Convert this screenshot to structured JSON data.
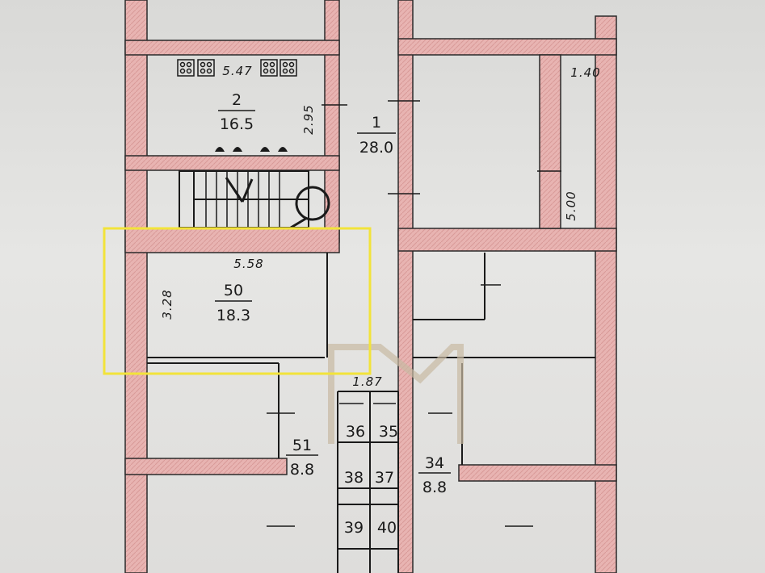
{
  "plan": {
    "rooms": [
      {
        "number": "2",
        "area": "16.5"
      },
      {
        "number": "1",
        "area": "28.0"
      },
      {
        "number": "50",
        "area": "18.3"
      },
      {
        "number": "51",
        "area": "8.8"
      },
      {
        "number": "34",
        "area": "8.8"
      }
    ],
    "cells": [
      "36",
      "35",
      "38",
      "37",
      "39",
      "40"
    ],
    "dimensions": [
      "5.47",
      "2.95",
      "1.40",
      "5.00",
      "5.58",
      "3.28",
      "1.87"
    ],
    "highlight_color": "#f2e33a",
    "wall_color": "#e8b4b2"
  }
}
